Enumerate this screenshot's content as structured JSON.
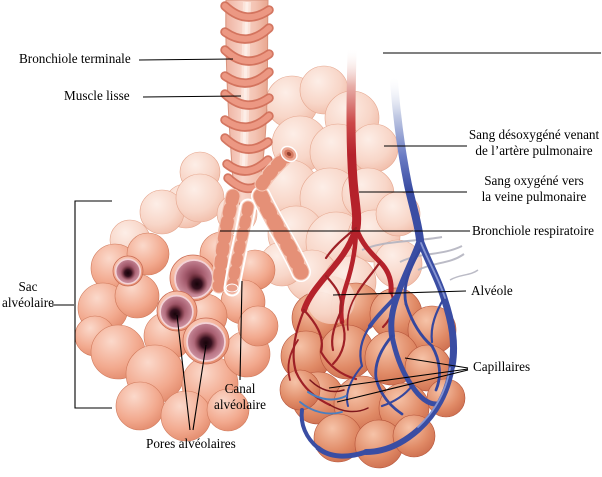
{
  "figure": {
    "type": "anatomy-diagram",
    "subject": "Alvéoles pulmonaires / bronchioles",
    "labels": {
      "bronchiole_terminale": "Bronchiole terminale",
      "muscle_lisse": "Muscle lisse",
      "sang_desoxygene": "Sang désoxygéné venant\nde l’artère pulmonaire",
      "sang_oxygene": "Sang oxygéné vers\nla veine pulmonaire",
      "bronchiole_respiratoire": "Bronchiole respiratoire",
      "alveole": "Alvéole",
      "capillaires": "Capillaires",
      "sac_alveolaire": "Sac\nalvéolaire",
      "canal_alveolaire": "Canal\nalvéolaire",
      "pores_alveolaires": "Pores alvéolaires"
    },
    "colors": {
      "background": "#ffffff",
      "leader_line": "#000000",
      "label_text": "#000000",
      "bronchiole_base": "#f5c6b5",
      "muscle_band": "#ec9883",
      "muscle_band_edge": "#d2705a",
      "pale_alveolus": "#f8d9cd",
      "sac_alveolus": "#f0a98e",
      "open_alveolus_interior": "#c4879a",
      "alveolar_pore": "#1c060e",
      "oxygenated_red_vessel": "#b5222b",
      "deoxygenated_blue_vessel": "#3a4da3",
      "capillary_red": "#9e2026",
      "capillary_blue": "#35479e",
      "capillary_gray": "#b4b4c0"
    }
  }
}
